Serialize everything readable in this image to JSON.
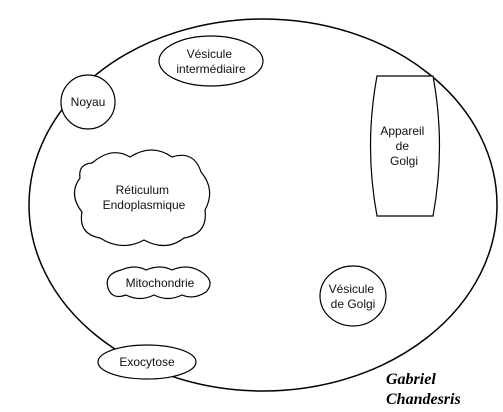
{
  "cell": {
    "organelles": {
      "vesicule_intermediaire": {
        "label_lines": [
          "Vésicule",
          "intermédiaire"
        ]
      },
      "noyau": {
        "label_lines": [
          "Noyau"
        ]
      },
      "reticulum": {
        "label_lines": [
          "Réticulum",
          "Endoplasmique"
        ]
      },
      "appareil_golgi": {
        "label_lines": [
          "Appareil",
          "de",
          "Golgi"
        ]
      },
      "mitochondrie": {
        "label_lines": [
          "Mitochondrie"
        ]
      },
      "vesicule_golgi": {
        "label_lines": [
          "Vésicule",
          "de Golgi"
        ]
      },
      "exocytose": {
        "label_lines": [
          "Exocytose"
        ]
      }
    }
  },
  "signature": {
    "line1": "Gabriel",
    "line2": "Chandesris"
  },
  "colors": {
    "stroke": "#000000",
    "fill": "#ffffff",
    "text": "#111111"
  }
}
